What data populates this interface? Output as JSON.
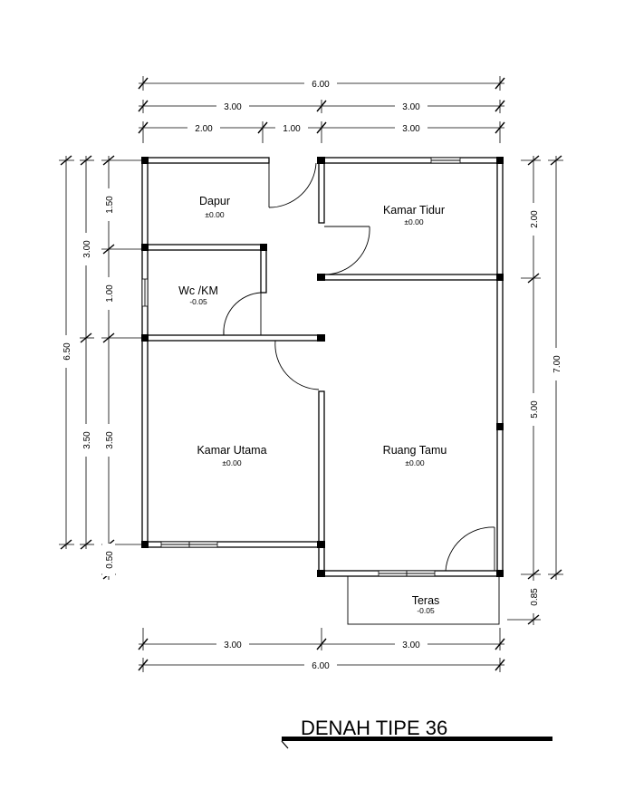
{
  "title": "DENAH TIPE 36",
  "rooms": {
    "dapur": {
      "name": "Dapur",
      "level": "±0.00"
    },
    "kamar_tidur": {
      "name": "Kamar Tidur",
      "level": "±0.00"
    },
    "wc": {
      "name": "Wc /KM",
      "level": "-0.05"
    },
    "kamar_utama": {
      "name": "Kamar Utama",
      "level": "±0.00"
    },
    "ruang_tamu": {
      "name": "Ruang Tamu",
      "level": "±0.00"
    },
    "teras": {
      "name": "Teras",
      "level": "-0.05"
    }
  },
  "dimensions": {
    "top": {
      "overall": "6.00",
      "half_left": "3.00",
      "half_right": "3.00",
      "seg_a": "2.00",
      "seg_b": "1.00",
      "seg_c": "3.00"
    },
    "bottom": {
      "left": "3.00",
      "right": "3.00",
      "overall": "6.00"
    },
    "left": {
      "overall": "6.50",
      "upper": "3.00",
      "lower": "3.50",
      "seg_a": "1.50",
      "seg_b": "1.00",
      "seg_c": "3.50",
      "seg_d": "0.50"
    },
    "right": {
      "overall": "7.00",
      "seg_a": "2.00",
      "seg_b": "5.00",
      "seg_c": "0.85"
    }
  }
}
